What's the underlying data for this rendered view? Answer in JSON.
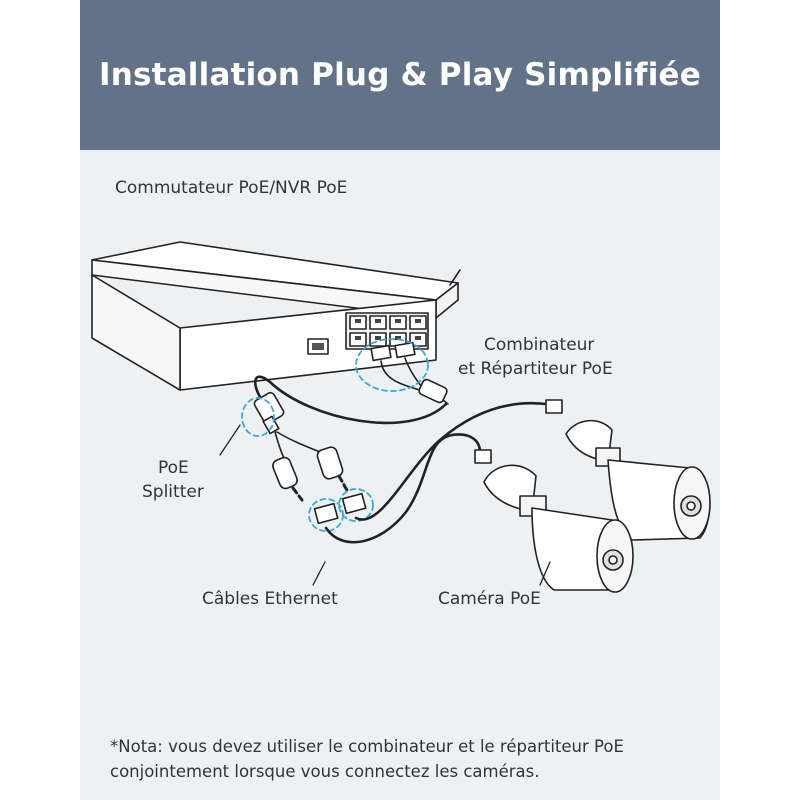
{
  "title": "Installation Plug & Play Simplifiée",
  "labels": {
    "switch": "Commutateur PoE/NVR PoE",
    "combiner_line1": "Combinateur",
    "combiner_line2": "et Répartiteur PoE",
    "splitter_line1": "PoE",
    "splitter_line2": "Splitter",
    "cables": "Câbles Ethernet",
    "camera": "Caméra PoE"
  },
  "note": "*Nota: vous devez utiliser le combinateur et le répartiteur PoE conjointement lorsque vous connectez les caméras.",
  "colors": {
    "banner": "#627289",
    "background": "#eef1f4",
    "highlight": "#39a9d8",
    "line": "#222222"
  }
}
